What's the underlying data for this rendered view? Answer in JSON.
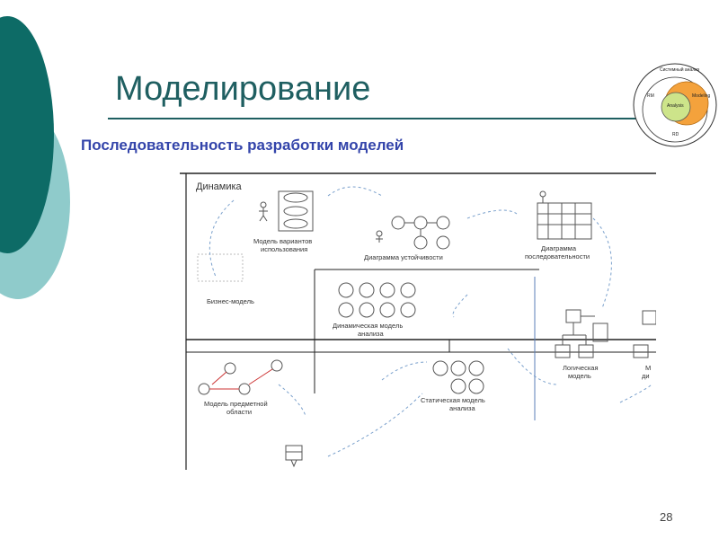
{
  "slide": {
    "title": "Моделирование",
    "subtitle": "Последовательность разработки моделей",
    "page_number": "28"
  },
  "logo": {
    "top": "Системный анализ",
    "left": "RM",
    "right": "Modeling",
    "center": "Analysis",
    "bottom": "RD"
  },
  "diagram": {
    "header": "Динамика",
    "use_case_model": [
      "Модель вариантов",
      "использования"
    ],
    "robustness_diagram": "Диаграмма устойчивости",
    "sequence_diagram": [
      "Диаграмма",
      "последовательности"
    ],
    "business_model": "Бизнес-модель",
    "dynamic_analysis_model": [
      "Динамическая модель",
      "анализа"
    ],
    "domain_model": [
      "Модель предметной",
      "области"
    ],
    "static_analysis_model": [
      "Статическая модель",
      "анализа"
    ],
    "logical_model": [
      "Логическая",
      "модель"
    ],
    "cut_label": [
      "М",
      "ди"
    ]
  },
  "colors": {
    "teal_dark": "#0d6b66",
    "teal_light": "#8fcbcb",
    "title": "#1f5f61",
    "subtitle": "#3344aa",
    "arrow": "#7aa0cc"
  }
}
